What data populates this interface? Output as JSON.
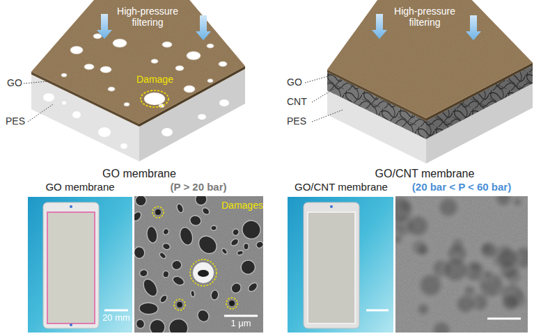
{
  "diagram": {
    "labels": [
      "High-pressure filtering",
      "Damage",
      "GO",
      "PES",
      "GO membrane",
      "High-pressure filtering",
      "GO",
      "CNT",
      "PES",
      "GO/CNT membrane",
      "GO membrane",
      "(P > 20 bar)",
      "Damages",
      "20 mm",
      "1 μm",
      "GO/CNT membrane",
      "(20 bar < P < 60 bar)"
    ]
  }
}
